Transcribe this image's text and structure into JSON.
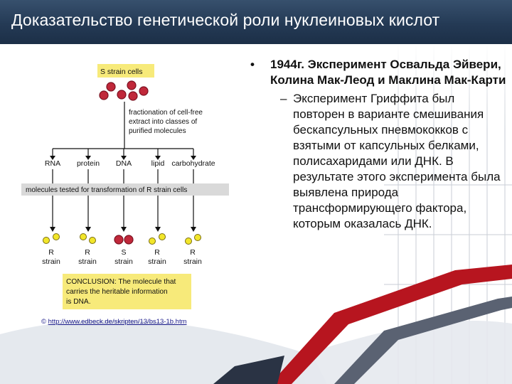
{
  "title": "Доказательство генетической роли нуклеиновых кислот",
  "bullets": [
    {
      "marker": "•",
      "text": "1944г. Эксперимент Освальда Эйвери, Колина Мак-Леод и Маклина Мак-Карти"
    },
    {
      "marker": "–",
      "text": "Эксперимент Гриффита был повторен в варианте смешивания бескапсульных пневмококков с взятыми от капсульных белками, полисахаридами или ДНК. В результате этого эксперимента была выявлена природа трансформирующего фактора, которым оказалась ДНК."
    }
  ],
  "diagram": {
    "top_box": "S strain cells",
    "fraction_text": [
      "fractionation of cell-free",
      "extract into classes of",
      "purified molecules"
    ],
    "classes": [
      "RNA",
      "protein",
      "DNA",
      "lipid",
      "carbohydrate"
    ],
    "tested_band": "molecules tested for transformation of R strain cells",
    "results": [
      {
        "letter": "R",
        "word": "strain"
      },
      {
        "letter": "R",
        "word": "strain"
      },
      {
        "letter": "S",
        "word": "strain"
      },
      {
        "letter": "R",
        "word": "strain"
      },
      {
        "letter": "R",
        "word": "strain"
      }
    ],
    "conclusion": [
      "CONCLUSION: The molecule that",
      "carries the heritable information",
      "is DNA."
    ],
    "colors": {
      "s_cell": "#c0283a",
      "r_cell": "#f2e62a",
      "label_box": "#f7ea7a",
      "band": "#d9d9d9"
    }
  },
  "credit": {
    "symbol": "©",
    "url": "http://www.edbeck.de/skripten/13/bs13-1b.htm"
  }
}
